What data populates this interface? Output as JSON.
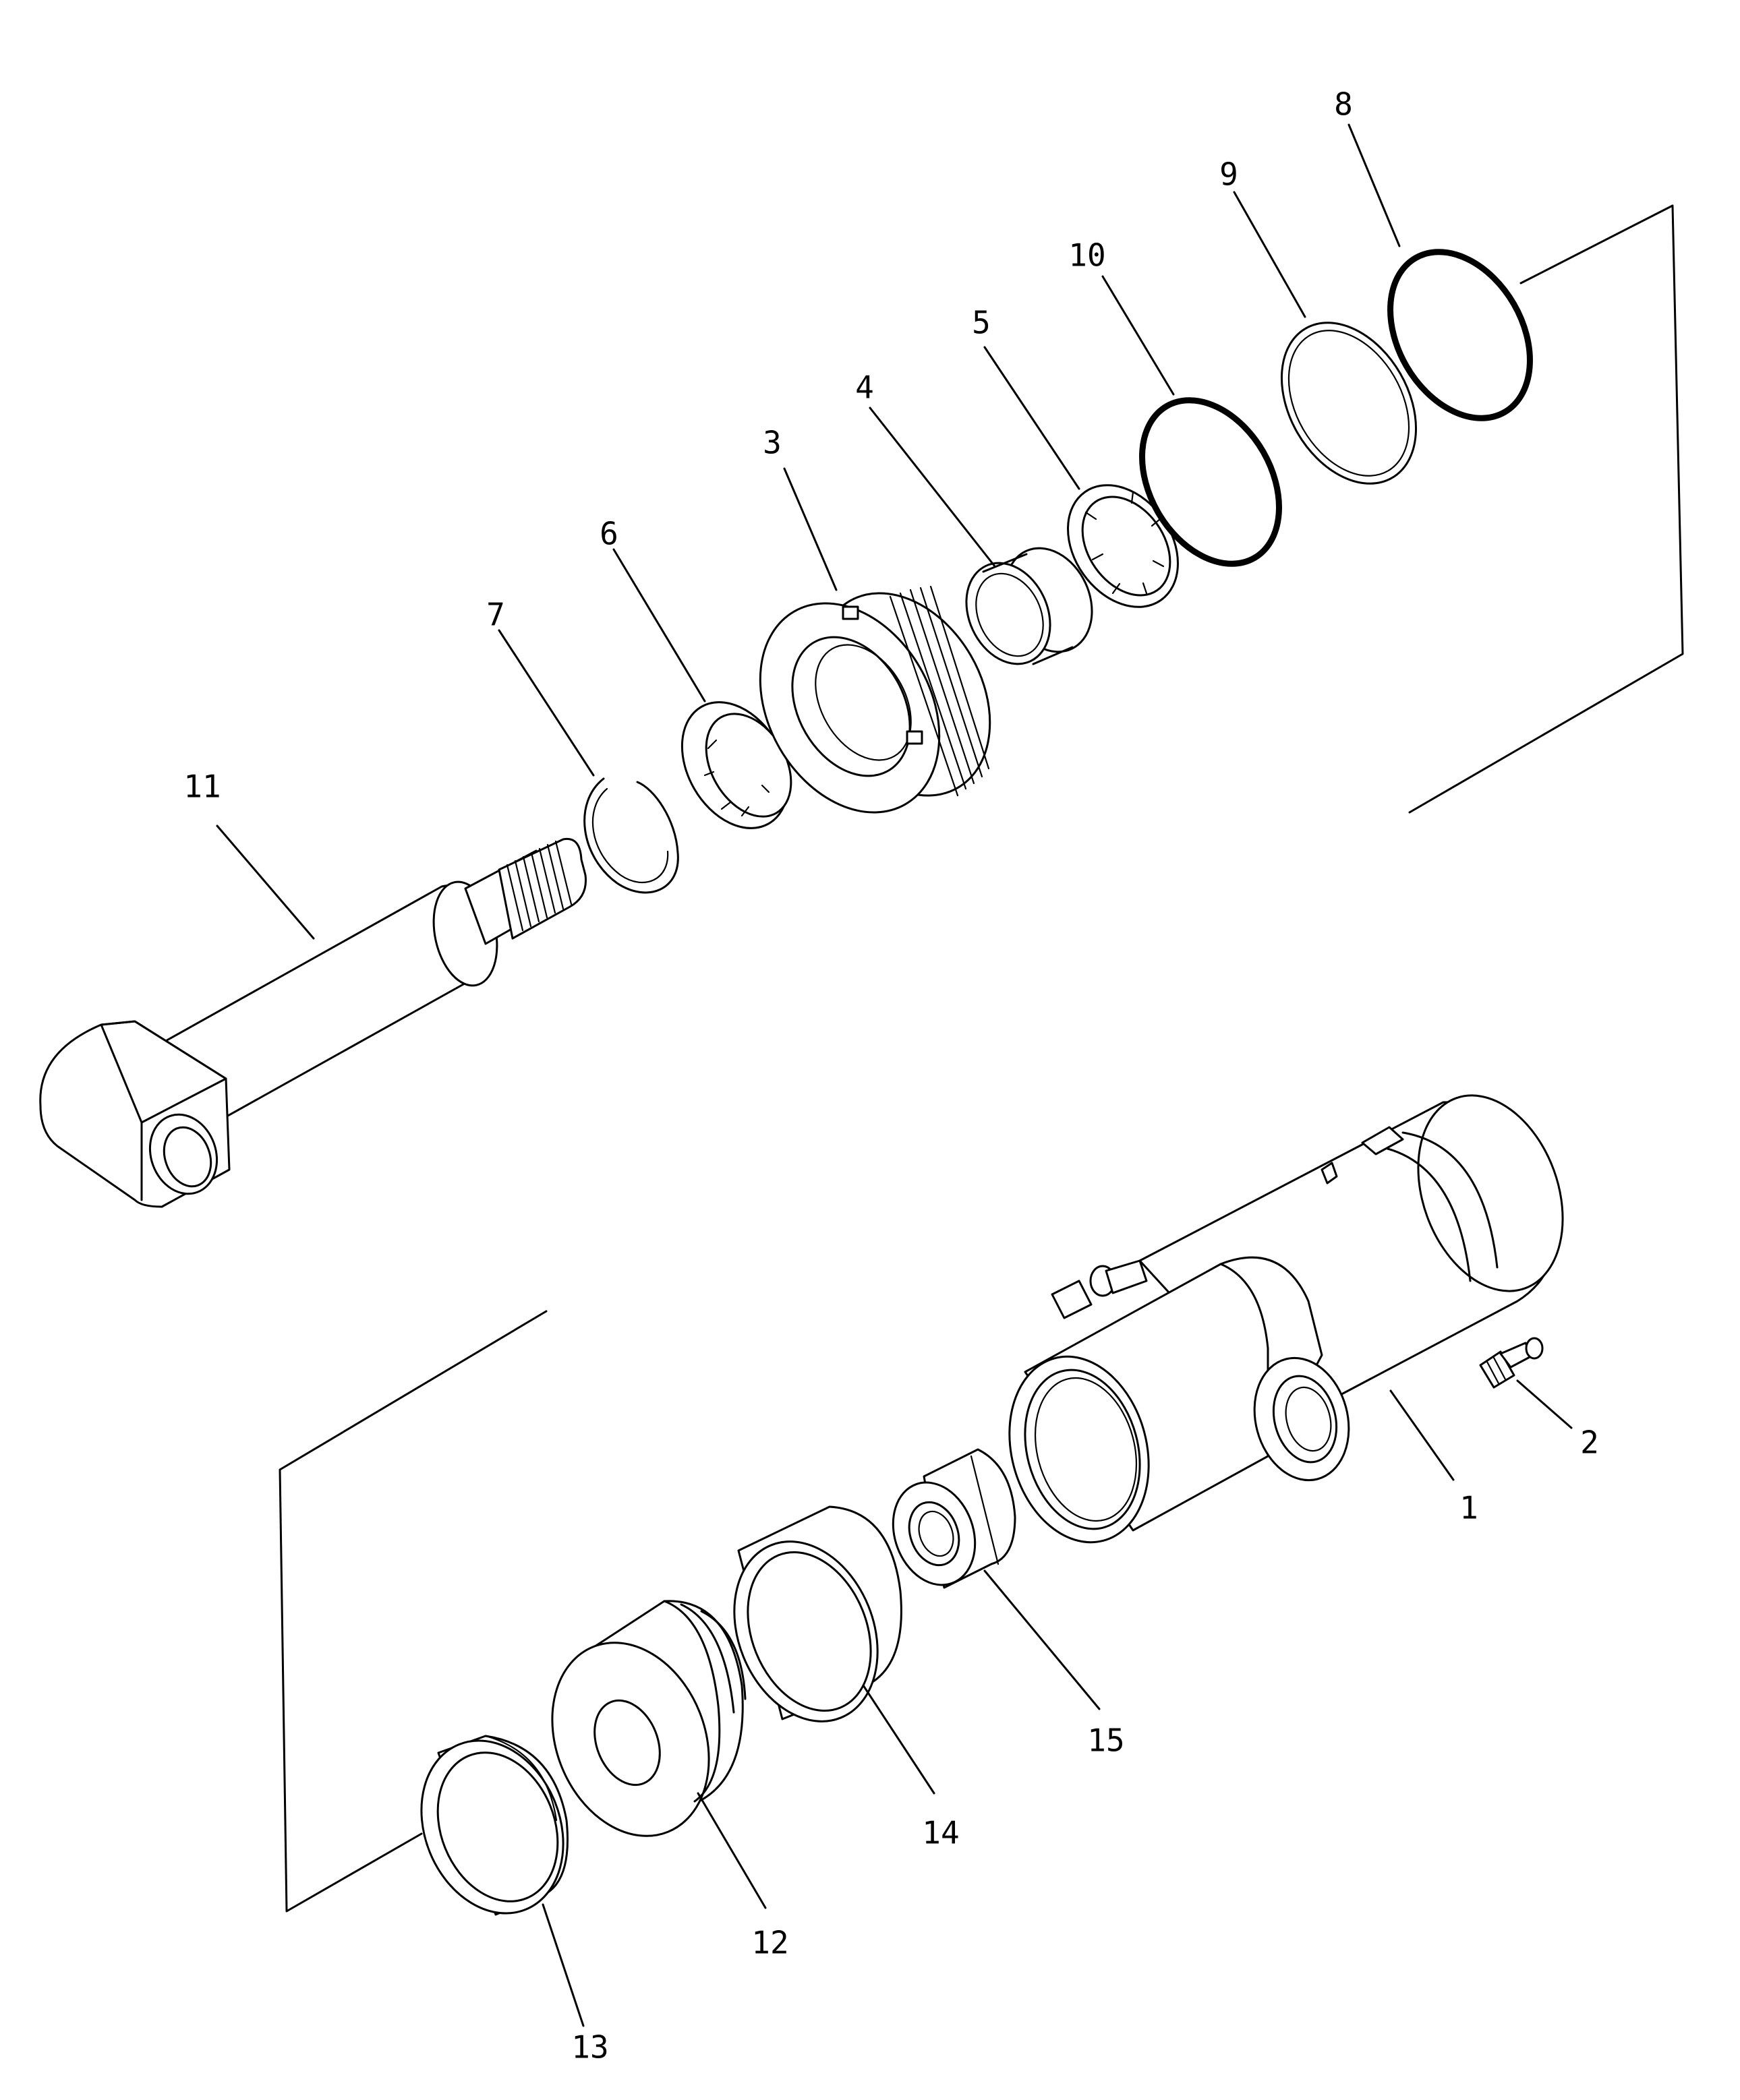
{
  "callouts": [
    {
      "id": "1",
      "label": "1"
    },
    {
      "id": "2",
      "label": "2"
    },
    {
      "id": "3",
      "label": "3"
    },
    {
      "id": "4",
      "label": "4"
    },
    {
      "id": "5",
      "label": "5"
    },
    {
      "id": "6",
      "label": "6"
    },
    {
      "id": "7",
      "label": "7"
    },
    {
      "id": "8",
      "label": "8"
    },
    {
      "id": "9",
      "label": "9"
    },
    {
      "id": "10",
      "label": "10"
    },
    {
      "id": "11",
      "label": "11"
    },
    {
      "id": "12",
      "label": "12"
    },
    {
      "id": "13",
      "label": "13"
    },
    {
      "id": "14",
      "label": "14"
    },
    {
      "id": "15",
      "label": "15"
    }
  ],
  "colors": {
    "ink": "#000000",
    "paper": "#ffffff"
  }
}
